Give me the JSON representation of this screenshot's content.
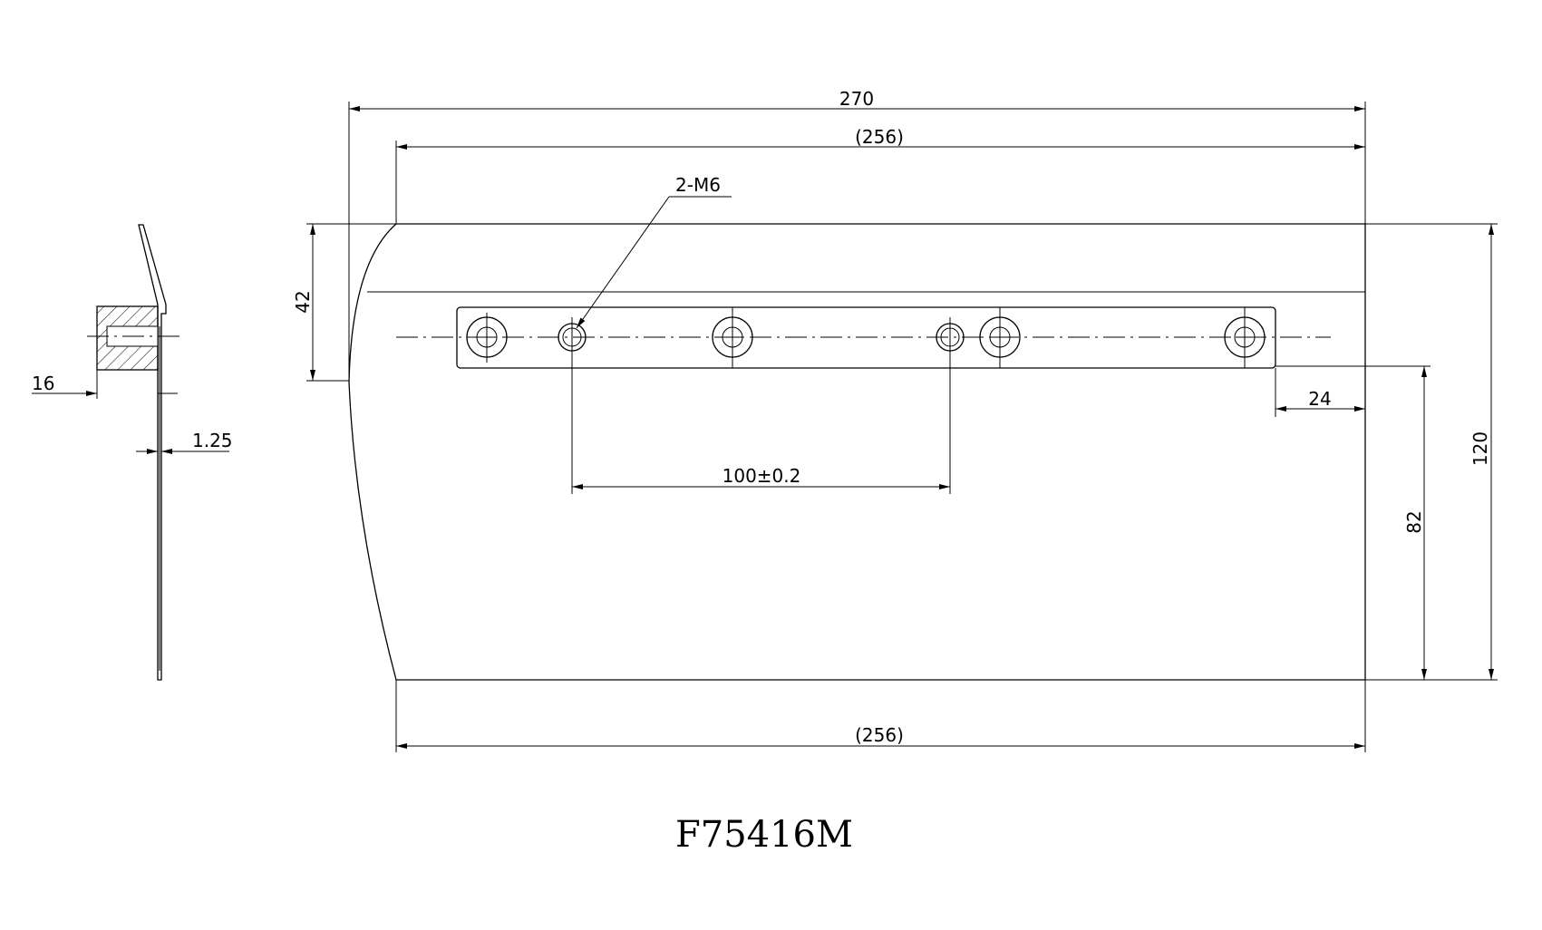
{
  "part_number": "F75416M",
  "dimensions": {
    "overall_length": "270",
    "top_length": "(256)",
    "bottom_length": "(256)",
    "height": "120",
    "bar_offset": "42",
    "hole_height": "82",
    "edge_offset": "24",
    "thread_spacing": "100±0.2",
    "thread_callout": "2-M6",
    "nut_height": "16",
    "thickness": "1.25"
  }
}
